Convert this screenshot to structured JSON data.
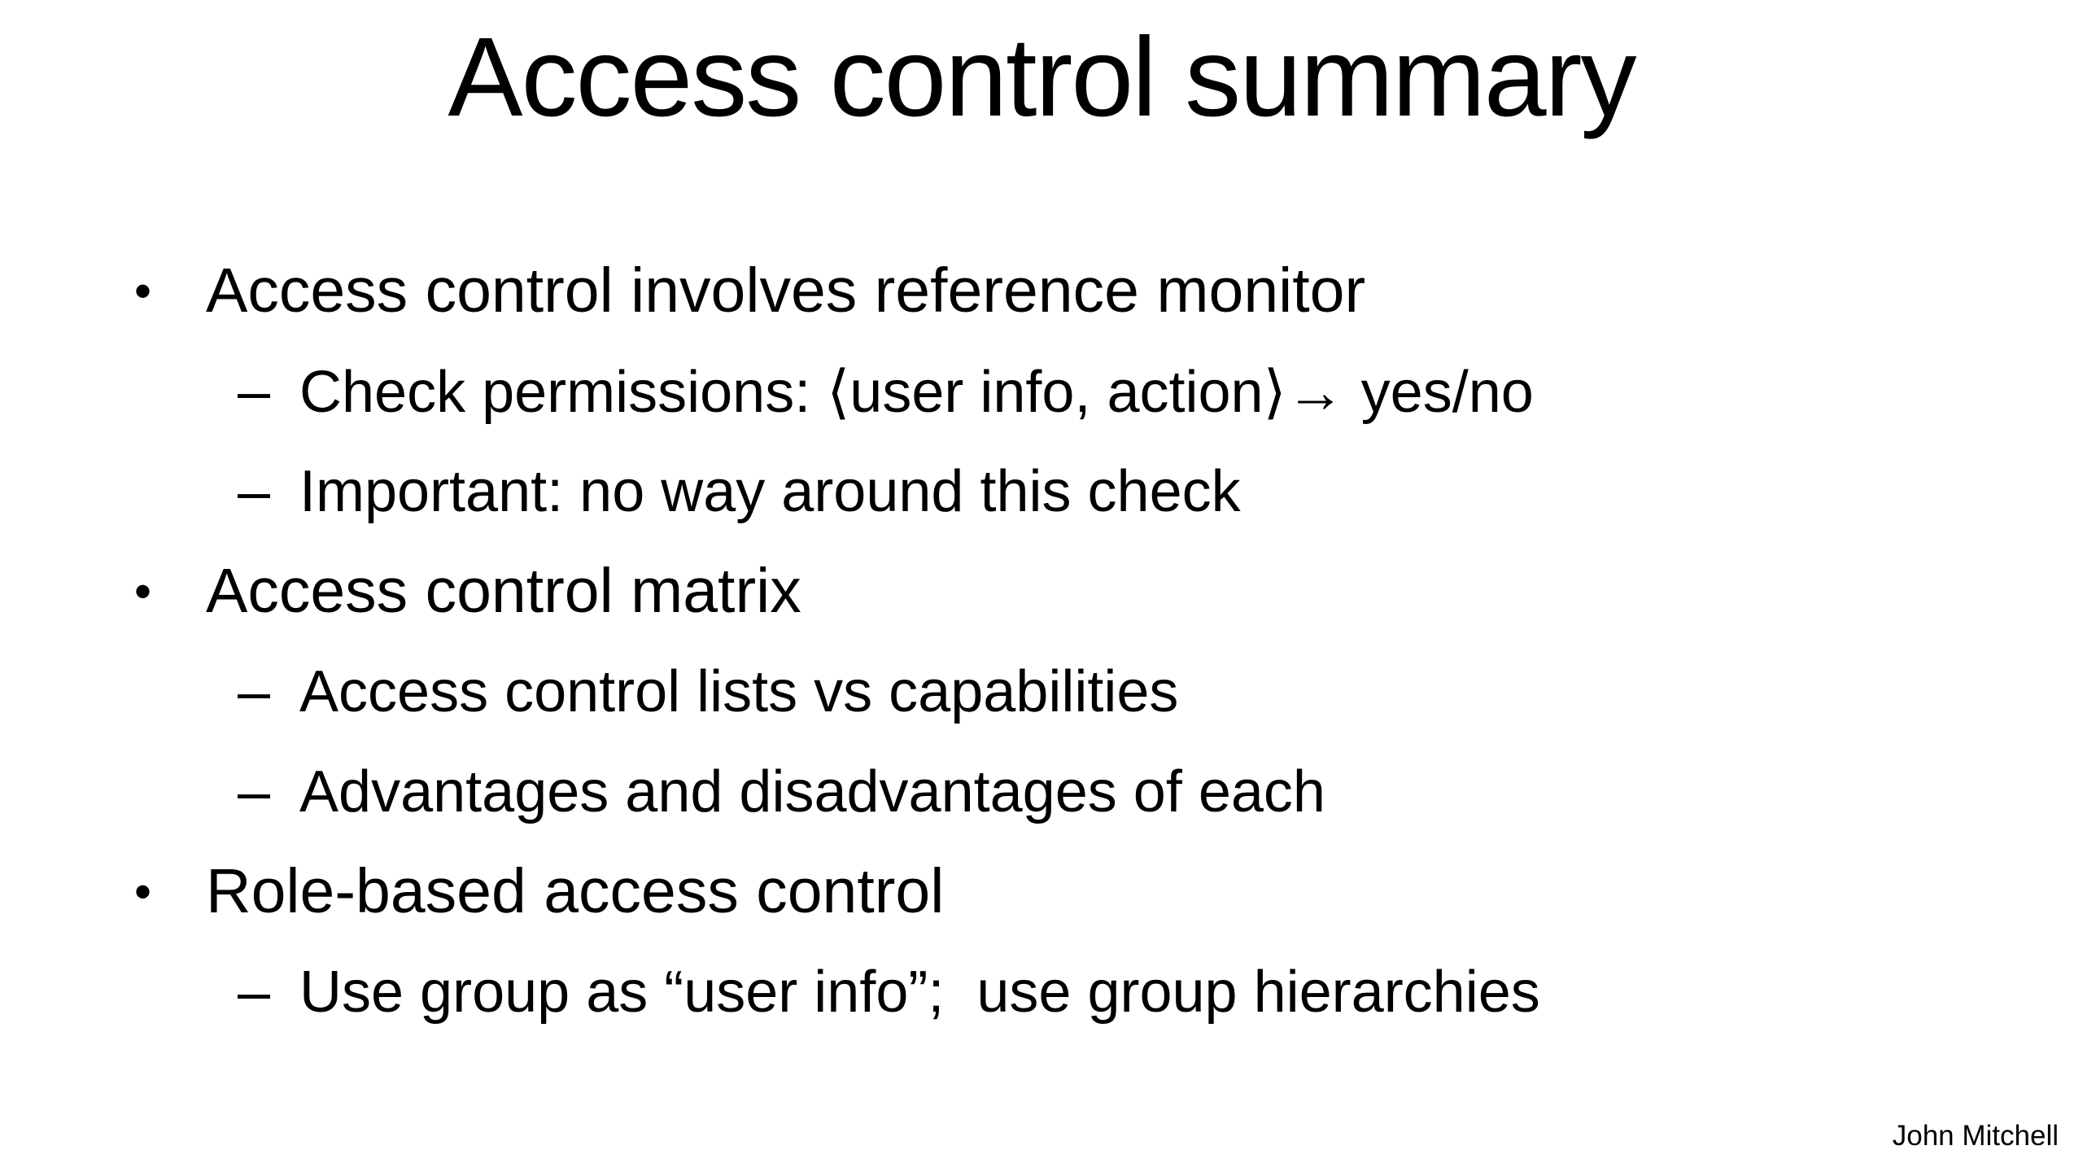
{
  "slide": {
    "title": "Access control summary",
    "footer": "John Mitchell",
    "colors": {
      "background": "#ffffff",
      "text": "#000000"
    },
    "bullets": [
      {
        "level": 1,
        "marker": "•",
        "text": "Access control involves reference monitor"
      },
      {
        "level": 2,
        "marker": "–",
        "text": "Check permissions: ⟨user info, action⟩→ yes/no"
      },
      {
        "level": 2,
        "marker": "–",
        "text": "Important: no way around this check"
      },
      {
        "level": 1,
        "marker": "•",
        "text": "Access control matrix"
      },
      {
        "level": 2,
        "marker": "–",
        "text": "Access control lists vs capabilities"
      },
      {
        "level": 2,
        "marker": "–",
        "text": "Advantages and disadvantages of each"
      },
      {
        "level": 1,
        "marker": "•",
        "text": "Role-based access control"
      },
      {
        "level": 2,
        "marker": "–",
        "text": "Use group as “user info”;  use group hierarchies"
      }
    ]
  }
}
